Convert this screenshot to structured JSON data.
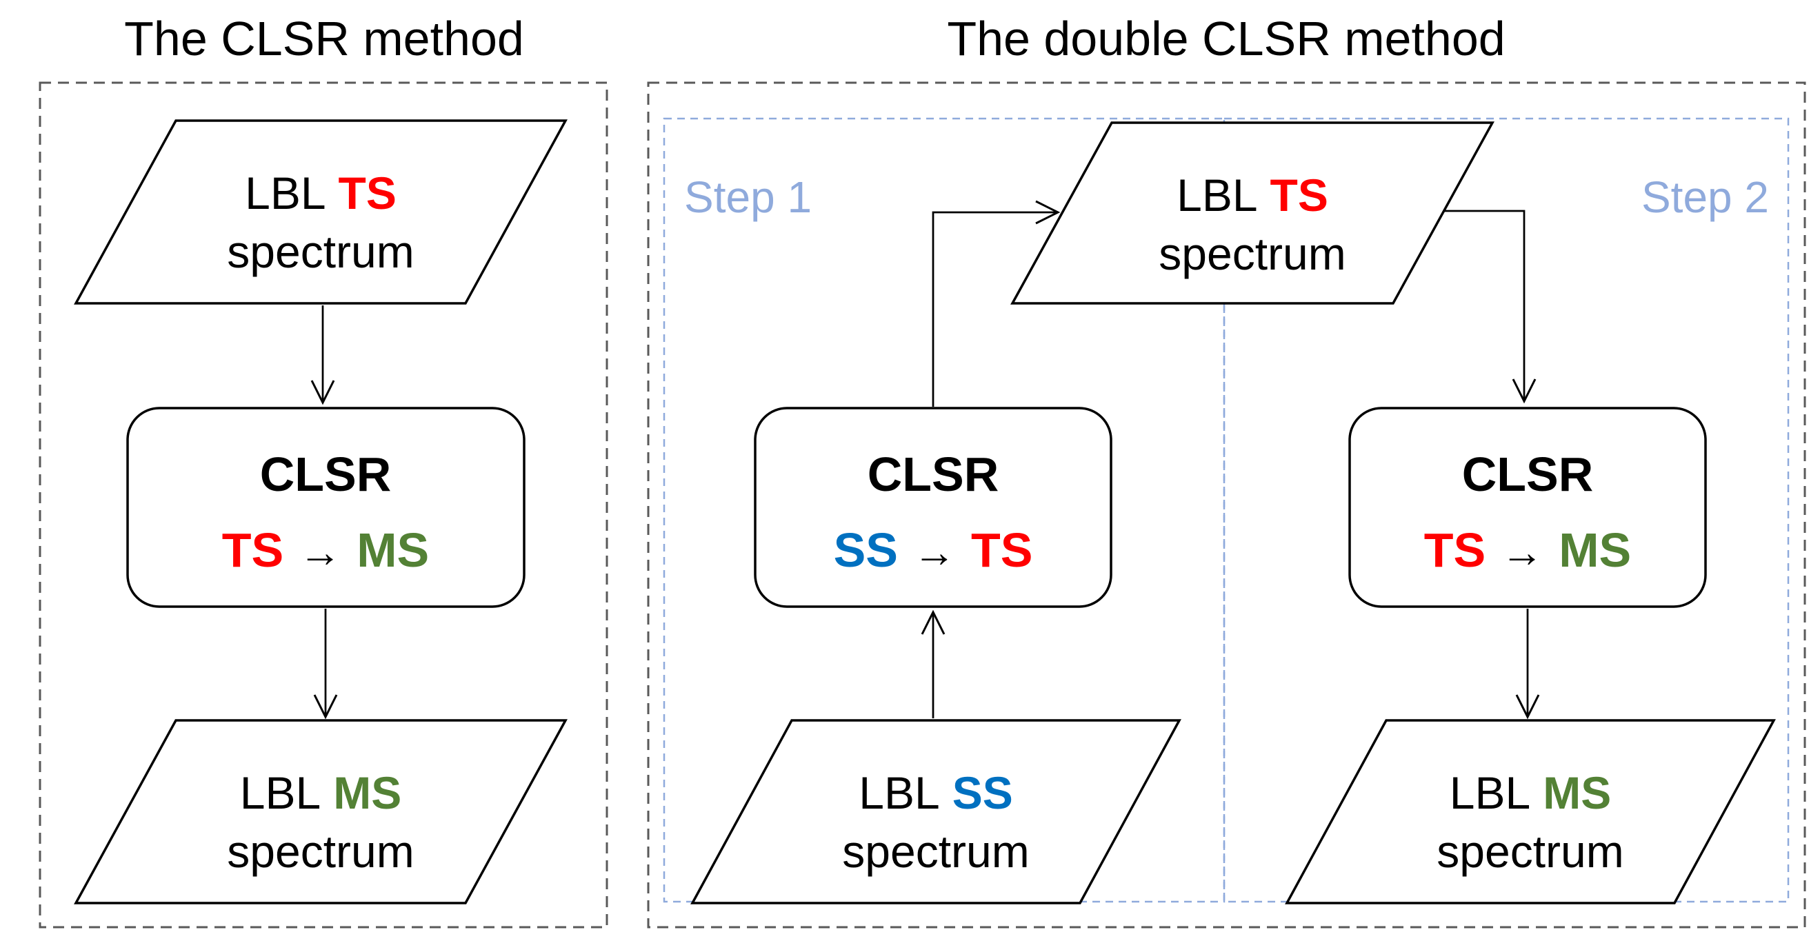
{
  "colors": {
    "red": "#FF0000",
    "blue": "#0070C0",
    "green": "#538135",
    "step_blue": "#8FAADC",
    "dash_gray": "#595959"
  },
  "left_panel": {
    "title": "The CLSR method",
    "input_node": {
      "prefix": "LBL",
      "token": "TS",
      "suffix": "spectrum"
    },
    "process_node": {
      "name": "CLSR",
      "from": "TS",
      "arrow": "→",
      "to": "MS"
    },
    "output_node": {
      "prefix": "LBL",
      "token": "MS",
      "suffix": "spectrum"
    }
  },
  "right_panel": {
    "title": "The double CLSR method",
    "shared_node": {
      "prefix": "LBL",
      "token": "TS",
      "suffix": "spectrum"
    },
    "step1": {
      "label": "Step 1",
      "process_node": {
        "name": "CLSR",
        "from": "SS",
        "arrow": "→",
        "to": "TS"
      },
      "input_node": {
        "prefix": "LBL",
        "token": "SS",
        "suffix": "spectrum"
      }
    },
    "step2": {
      "label": "Step 2",
      "process_node": {
        "name": "CLSR",
        "from": "TS",
        "arrow": "→",
        "to": "MS"
      },
      "output_node": {
        "prefix": "LBL",
        "token": "MS",
        "suffix": "spectrum"
      }
    }
  }
}
